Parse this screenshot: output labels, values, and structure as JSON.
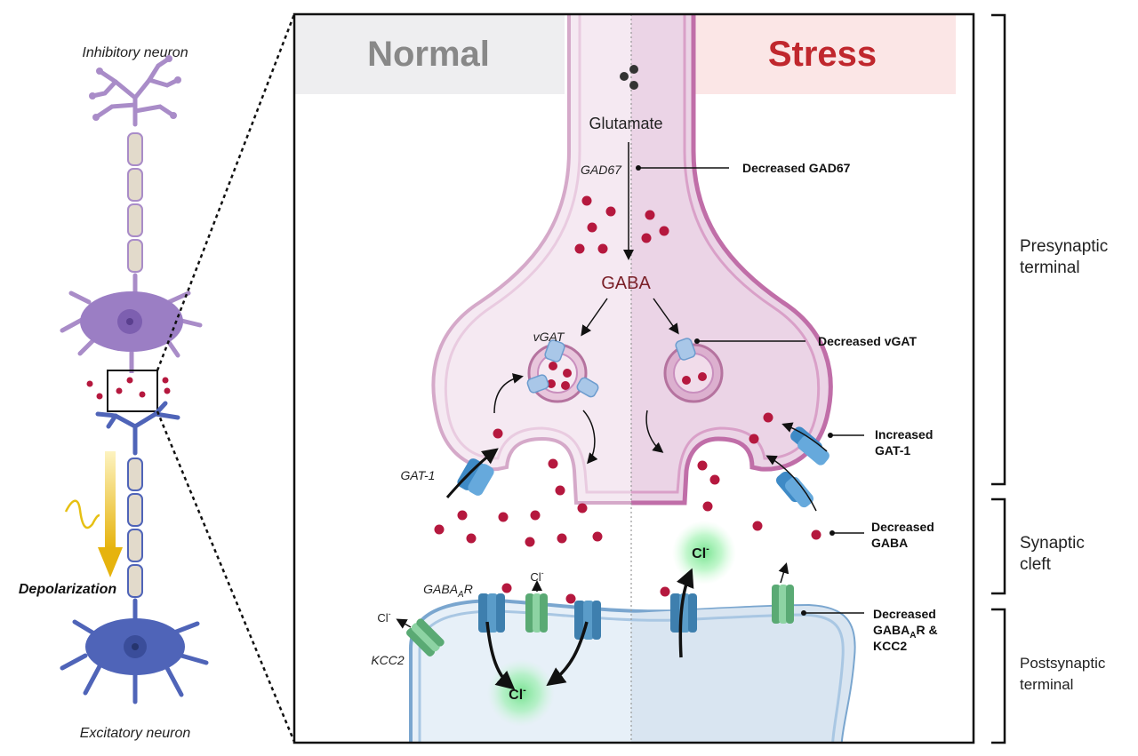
{
  "left_panel": {
    "inhibitory_label": "Inhibitory neuron",
    "excitatory_label": "Excitatory neuron",
    "depolarization_label": "Depolarization"
  },
  "panel": {
    "normal_title": "Normal",
    "stress_title": "Stress",
    "glutamate": "Glutamate",
    "gad67": "GAD67",
    "gaba": "GABA",
    "vgat": "vGAT",
    "gat1": "GAT-1",
    "gabaar_main": "GABA",
    "gabaar_sub": "A",
    "gabaar_suffix": "R",
    "kcc2": "KCC2",
    "cl_base": "Cl",
    "cl_sup": "-"
  },
  "annotations": {
    "decreased_gad67": "Decreased GAD67",
    "decreased_vgat": "Decreased vGAT",
    "increased_gat1_l1": "Increased",
    "increased_gat1_l2": "GAT-1",
    "decreased_gaba_l1": "Decreased",
    "decreased_gaba_l2": "GABA",
    "decreased_gabaar_l1": "Decreased",
    "decreased_gabaar_l2a": "GABA",
    "decreased_gabaar_l2b": "A",
    "decreased_gabaar_l2c": "R &",
    "decreased_gabaar_l3": "KCC2"
  },
  "sections": {
    "presynaptic_l1": "Presynaptic",
    "presynaptic_l2": "terminal",
    "synaptic_l1": "Synaptic",
    "synaptic_l2": "cleft",
    "postsynaptic_l1": "Postsynaptic",
    "postsynaptic_l2": "terminal"
  },
  "colors": {
    "normal_header": "#eeeef0",
    "stress_header": "#fbe6e6",
    "stress_title": "#c0272d",
    "normal_title": "#888888",
    "gaba_dot": "#b5183e",
    "receptor_blue": "#4a97c9",
    "receptor_green": "#6bbf8a",
    "pre_membrane": "#c98fbe",
    "post_membrane": "#7aa6cf"
  }
}
